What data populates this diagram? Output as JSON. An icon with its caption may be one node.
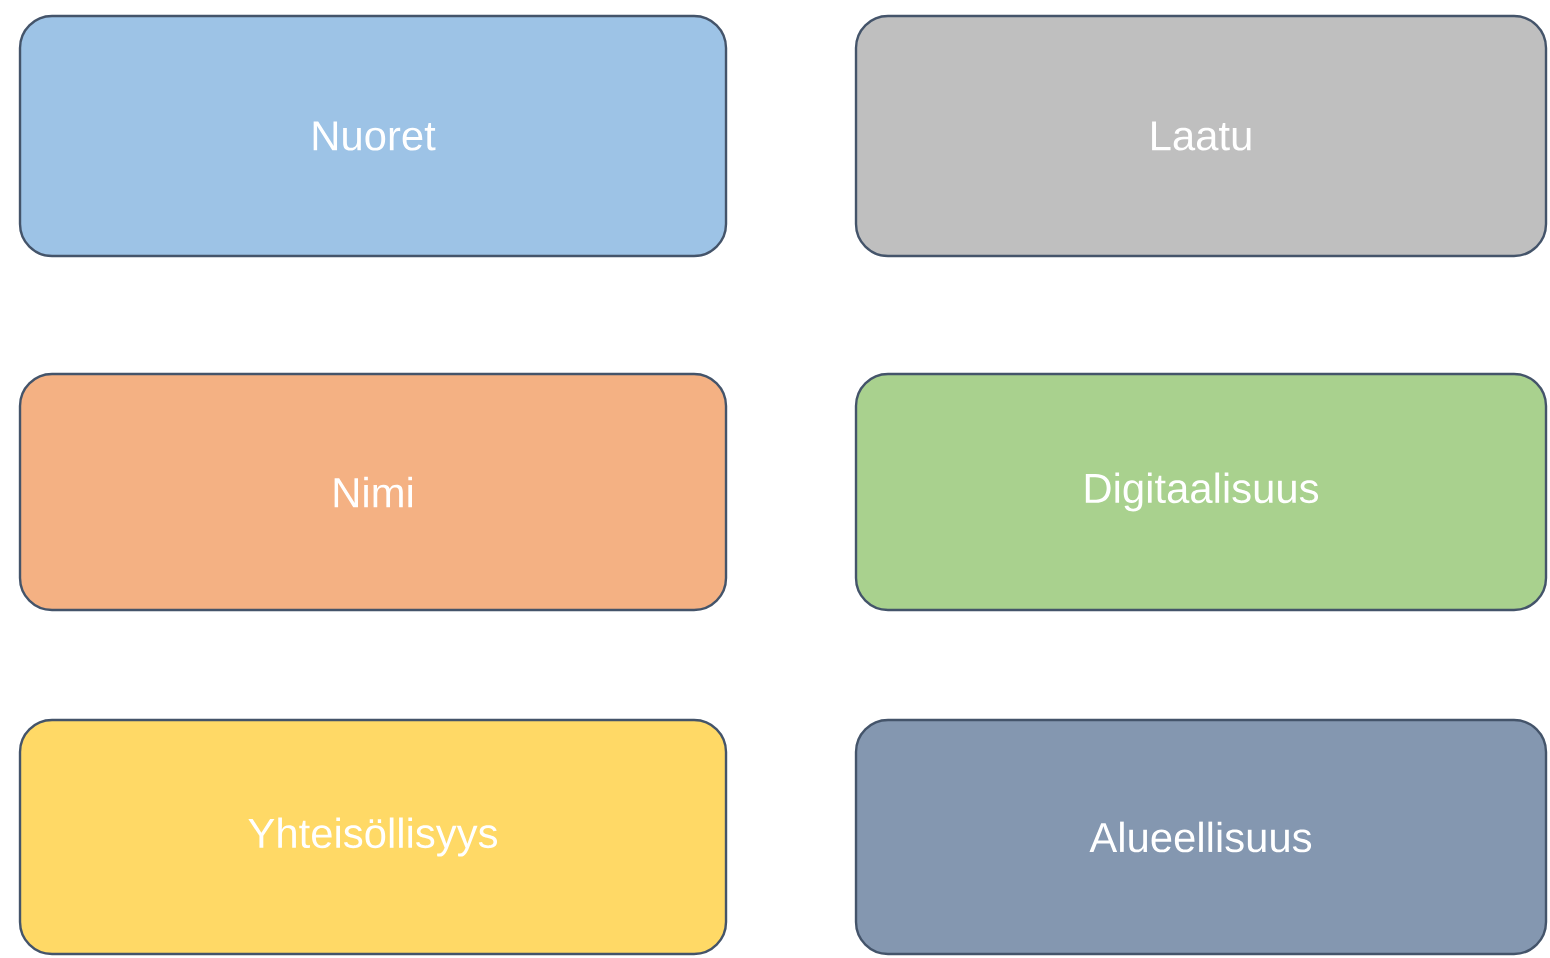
{
  "diagram": {
    "nodes": [
      {
        "text": [
          "Nuoret"
        ]
      },
      {
        "text": [
          "Laatu"
        ]
      },
      {
        "text": [
          "Nimi"
        ]
      },
      {
        "text": [
          "Digitaalisuus"
        ]
      },
      {
        "text": [
          "Yhteisöllisyys"
        ]
      },
      {
        "text": [
          "Alueellisuus"
        ]
      }
    ]
  }
}
